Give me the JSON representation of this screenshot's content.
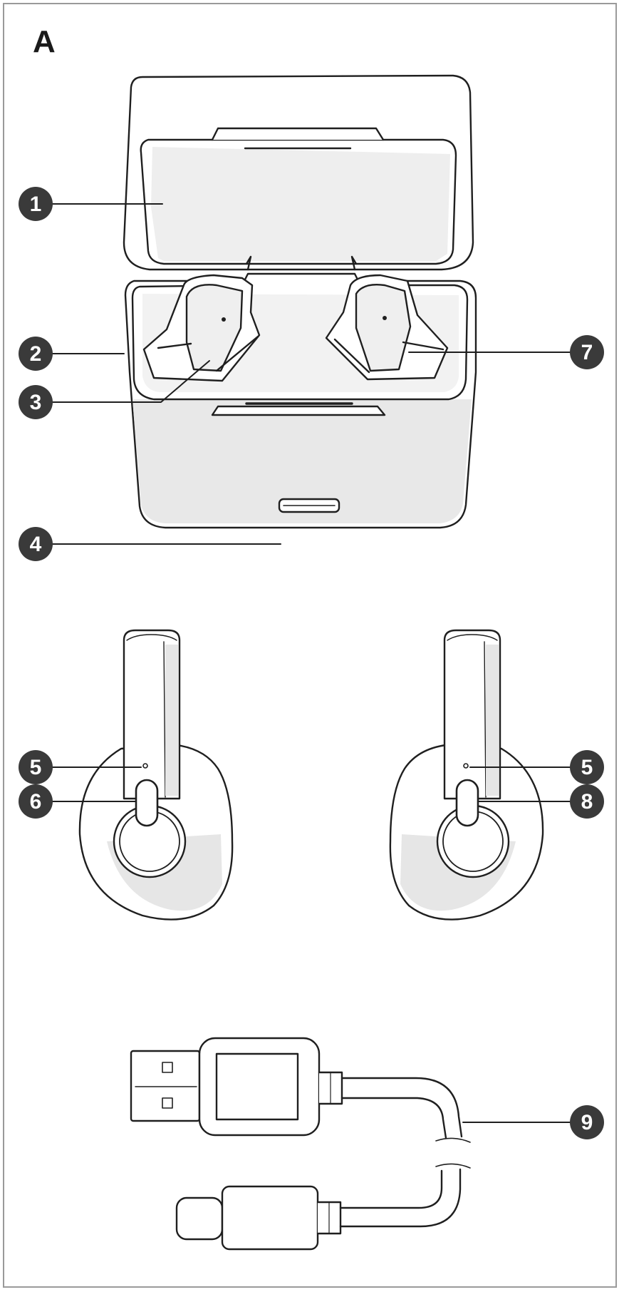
{
  "panel_label": "A",
  "colors": {
    "outline": "#1f1f1f",
    "fill": "#ffffff",
    "shade": "#e6e6e6",
    "callout": "#3a3a3a",
    "frame": "#9a9a9a"
  },
  "callouts": [
    {
      "id": "1",
      "label": "1"
    },
    {
      "id": "2",
      "label": "2"
    },
    {
      "id": "3",
      "label": "3"
    },
    {
      "id": "4",
      "label": "4"
    },
    {
      "id": "5a",
      "label": "5"
    },
    {
      "id": "5b",
      "label": "5"
    },
    {
      "id": "6",
      "label": "6"
    },
    {
      "id": "7",
      "label": "7"
    },
    {
      "id": "8",
      "label": "8"
    },
    {
      "id": "9",
      "label": "9"
    }
  ]
}
